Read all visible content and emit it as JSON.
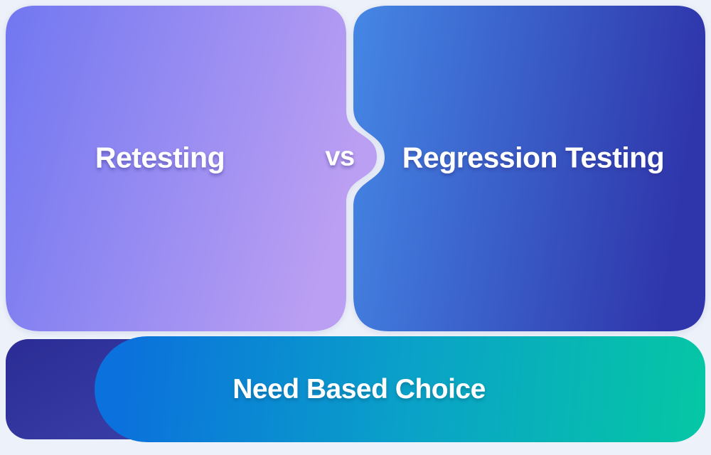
{
  "page": {
    "background": "#edf2fa"
  },
  "comparison": {
    "left_panel": {
      "title": "Retesting",
      "gradient_start": "#7177f1",
      "gradient_end": "#bb9ff2",
      "text_color": "#ffffff"
    },
    "divider_label": "vs",
    "right_panel": {
      "title": "Regression Testing",
      "gradient_start": "#4587e5",
      "gradient_end": "#2f36ab",
      "text_color": "#ffffff"
    }
  },
  "footer": {
    "title": "Need Based Choice",
    "text_color": "#ffffff",
    "base_gradient_start": "#2b2c95",
    "base_gradient_end": "#4149b0",
    "pill_gradient_start": "#0b71dc",
    "pill_gradient_mid": "#0aa2c8",
    "pill_gradient_end": "#05c7a4"
  }
}
